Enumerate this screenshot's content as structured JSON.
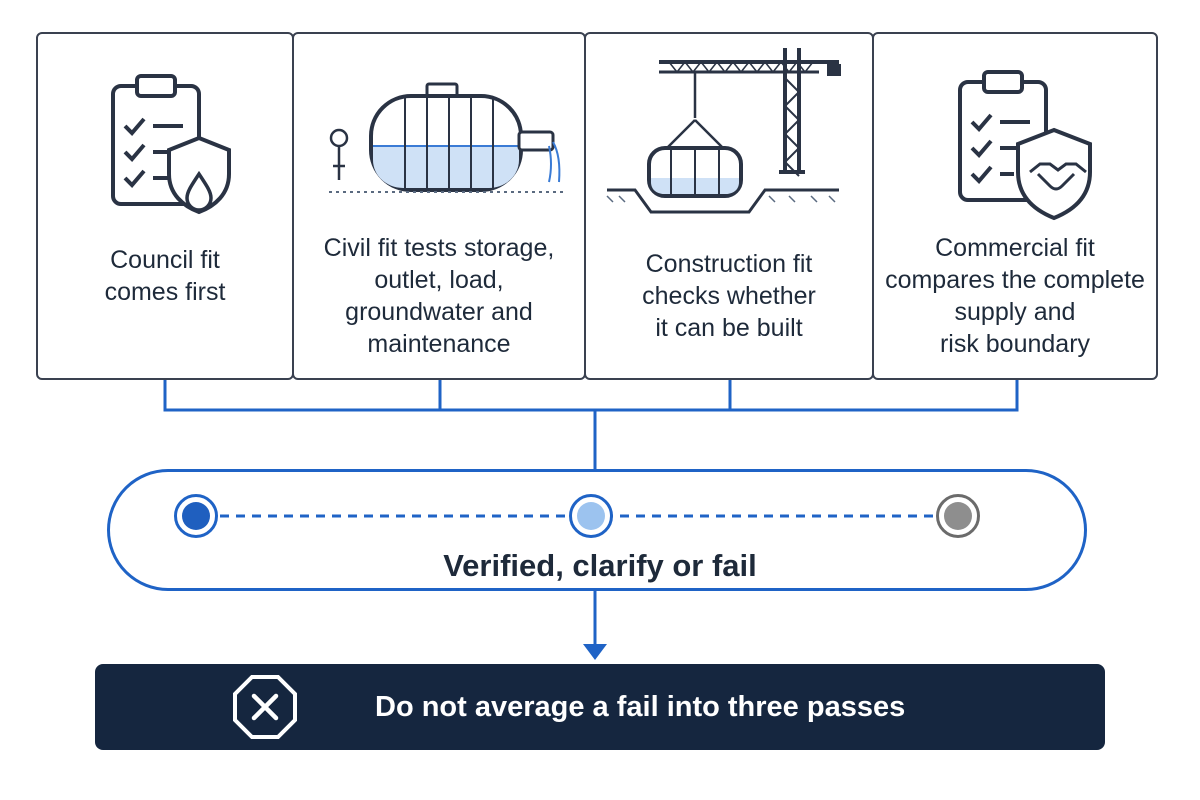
{
  "cards": [
    {
      "label_lines": [
        "Council fit",
        "comes first"
      ],
      "icon": "clipboard-shield-water-icon"
    },
    {
      "label_lines": [
        "Civil fit tests storage,",
        "outlet, load,",
        "groundwater and",
        "maintenance"
      ],
      "icon": "storage-tank-icon"
    },
    {
      "label_lines": [
        "Construction fit",
        "checks whether",
        "it can be built"
      ],
      "icon": "crane-tank-icon"
    },
    {
      "label_lines": [
        "Commercial fit",
        "compares the complete",
        "supply and",
        "risk boundary"
      ],
      "icon": "clipboard-shield-handshake-icon"
    }
  ],
  "outcome": {
    "label": "Verified, clarify or fail",
    "states": [
      {
        "name": "verified",
        "color": "#1f5fbf"
      },
      {
        "name": "clarify",
        "color": "#9cc3ef"
      },
      {
        "name": "fail",
        "color": "#8e8e8e"
      }
    ]
  },
  "banner": {
    "text": "Do not average a fail into three passes",
    "icon": "x-octagon-icon"
  },
  "colors": {
    "accent": "#1f63c6",
    "dark": "#15263f",
    "outline": "#3a4150"
  }
}
